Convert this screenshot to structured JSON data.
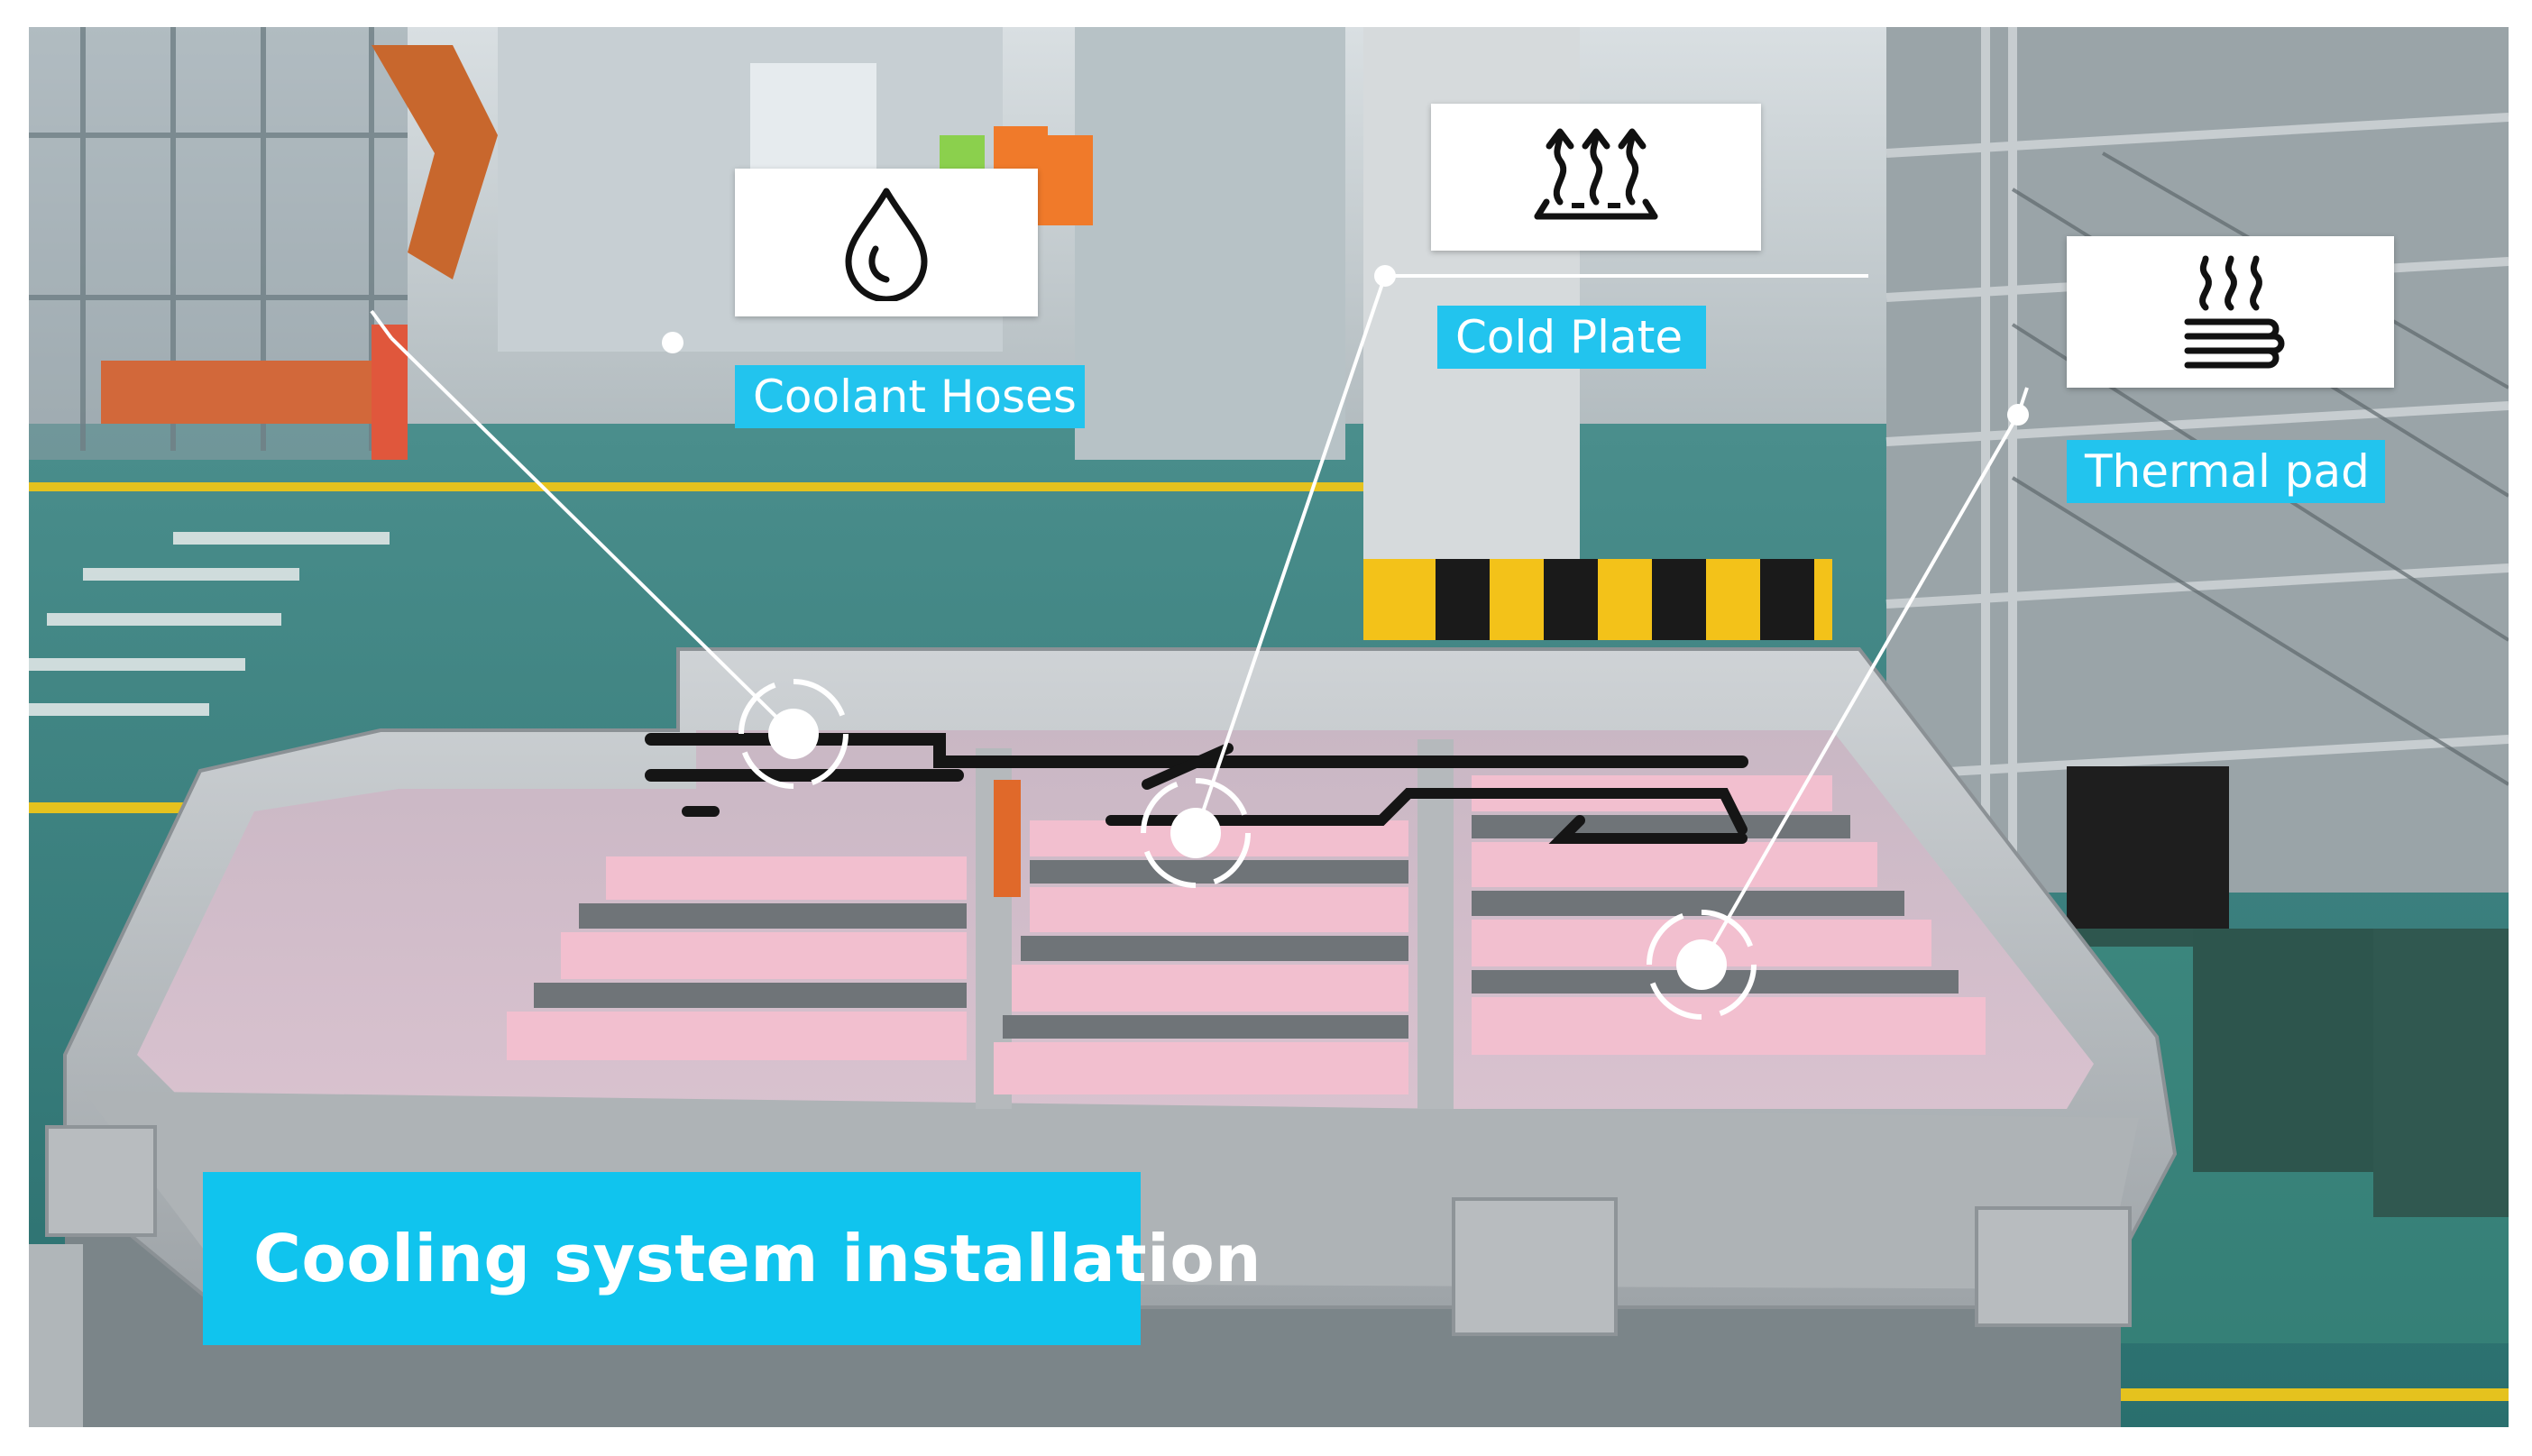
{
  "callouts": {
    "coolant_hoses": {
      "label": "Coolant Hoses",
      "icon": "water-drop-icon"
    },
    "cold_plate": {
      "label": "Cold Plate",
      "icon": "heat-dissipation-icon"
    },
    "thermal_pad": {
      "label": "Thermal pad",
      "icon": "heating-pad-icon"
    }
  },
  "banner": {
    "title": "Cooling system installation"
  },
  "colors": {
    "label_bg": "#22c4ee",
    "banner_bg": "#10c4ee",
    "pad_pink": "#f2bfcf",
    "floor_teal": "#2f7f7d",
    "tray_metal": "#b9bec2"
  }
}
